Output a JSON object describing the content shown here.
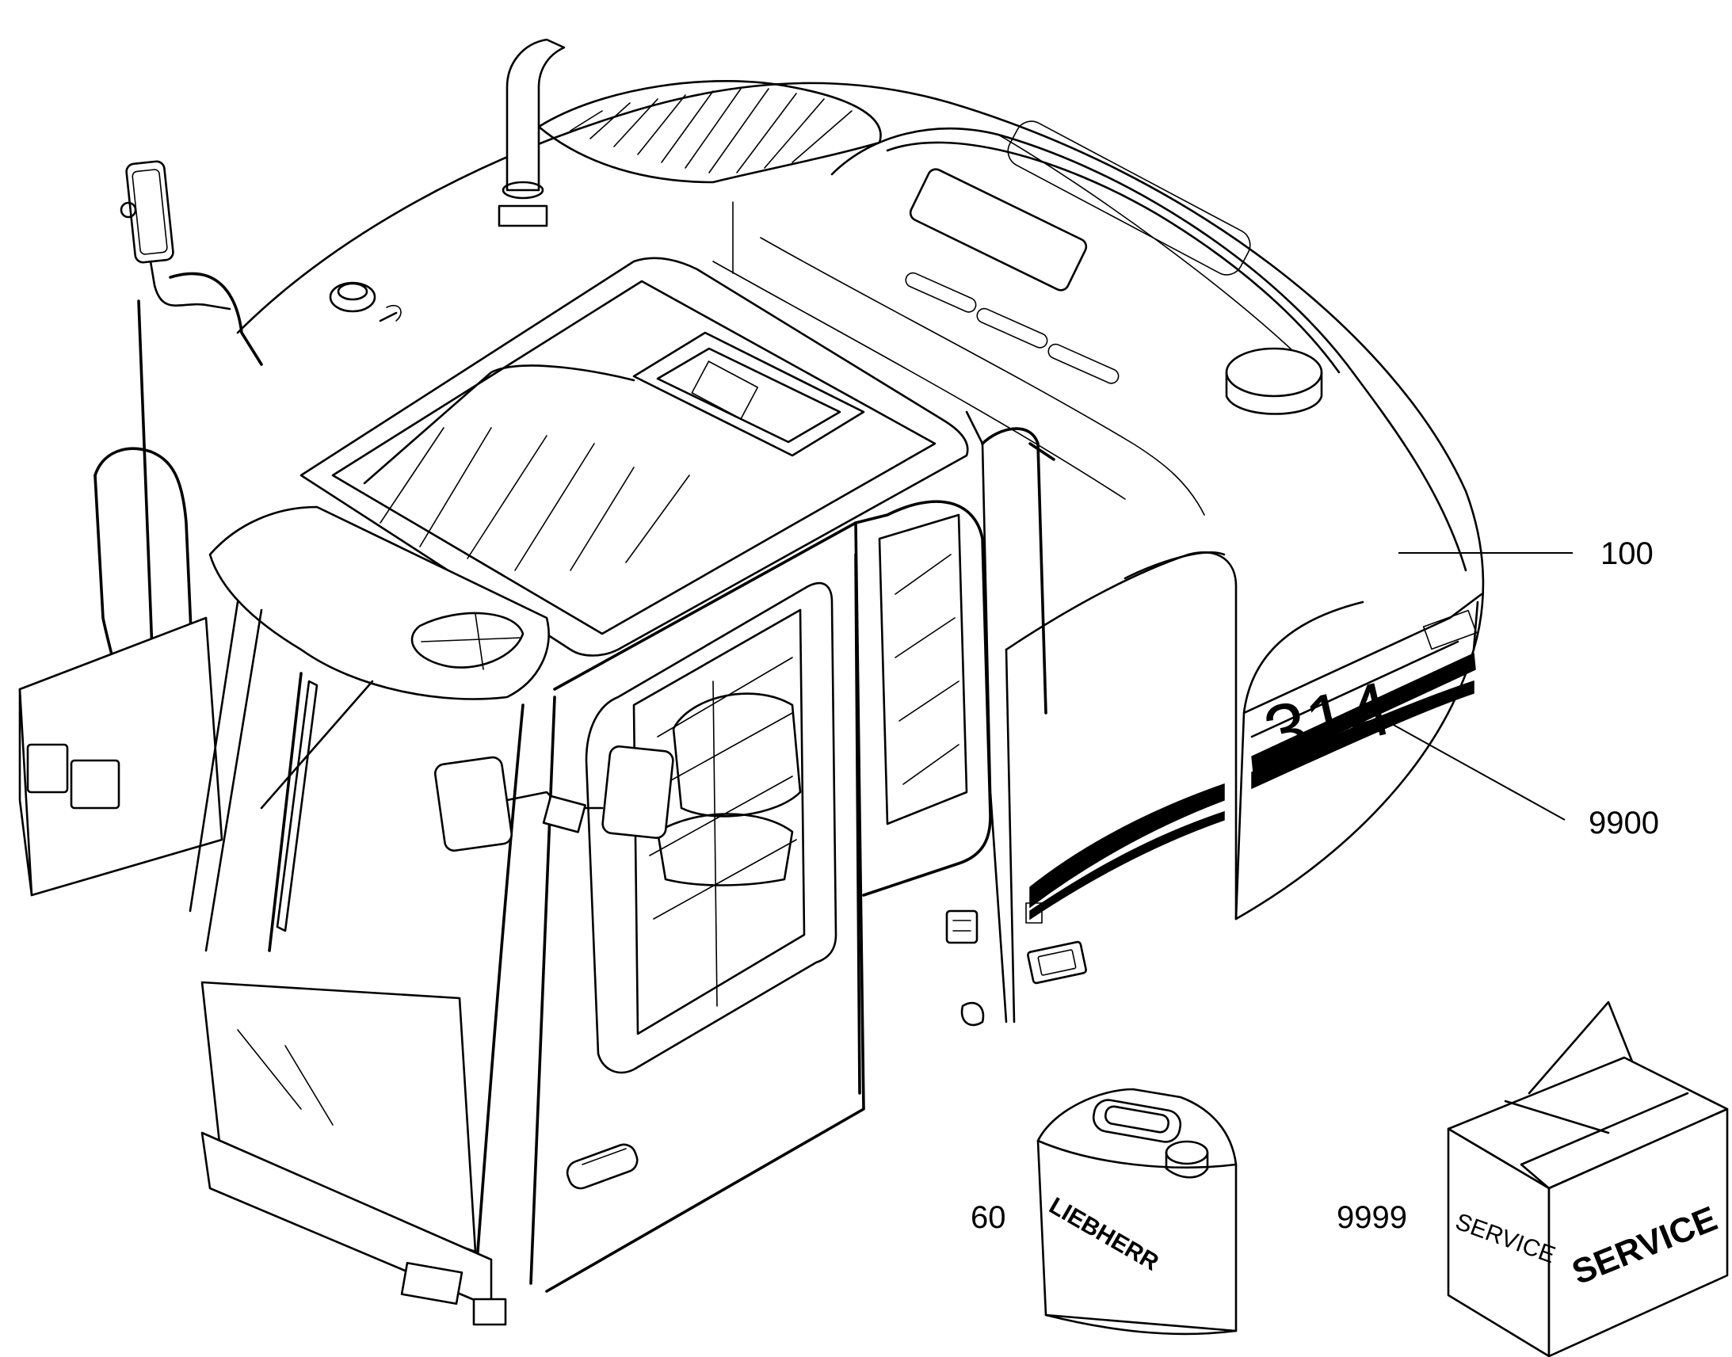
{
  "labels": {
    "cab_model": "314",
    "canister_brand": "LIEBHERR",
    "box_side_text": "SERVICE",
    "box_front_text": "SERVICE"
  },
  "callouts": [
    {
      "id": "part-100",
      "text": "100"
    },
    {
      "id": "part-9900",
      "text": "9900"
    },
    {
      "id": "part-60",
      "text": "60"
    },
    {
      "id": "part-9999",
      "text": "9999"
    }
  ]
}
